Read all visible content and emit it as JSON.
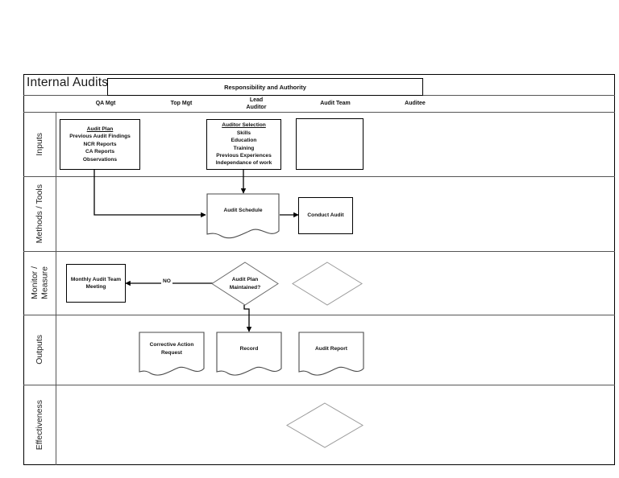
{
  "diagram": {
    "title": "Internal Audits",
    "responsibility_header": "Responsibility and Authority",
    "columns": [
      {
        "label": "QA Mgt"
      },
      {
        "label": "Top Mgt"
      },
      {
        "label": "Lead\nAuditor"
      },
      {
        "label": "Audit Team"
      },
      {
        "label": "Auditee"
      }
    ],
    "rows": [
      {
        "label": "Inputs"
      },
      {
        "label": "Methods / Tools"
      },
      {
        "label": "Monitor /\nMeasure"
      },
      {
        "label": "Outputs"
      },
      {
        "label": "Effectiveness"
      }
    ],
    "nodes": {
      "audit_plan": {
        "heading": "Audit Plan",
        "body": "Previous Audit Findings\nNCR Reports\nCA Reports\nObservations",
        "shape": "rectangle"
      },
      "auditor_selection": {
        "heading": "Auditor Selection",
        "body": "Skills\nEducation\nTraining\nPrevious Experiences\nIndependance of work",
        "shape": "rectangle"
      },
      "empty_inputs_box": {
        "label": "",
        "shape": "rectangle"
      },
      "audit_schedule": {
        "label": "Audit Schedule",
        "shape": "document"
      },
      "conduct_audit": {
        "label": "Conduct Audit",
        "shape": "rectangle"
      },
      "monthly_meeting": {
        "label": "Monthly Audit Team\nMeeting",
        "shape": "rectangle"
      },
      "audit_plan_maintained": {
        "label": "Audit Plan\nMaintained?",
        "shape": "diamond"
      },
      "empty_decision_monitor": {
        "label": "",
        "shape": "diamond"
      },
      "corrective_action_request": {
        "label": "Corrective Action\nRequest",
        "shape": "document"
      },
      "record": {
        "label": "Record",
        "shape": "document"
      },
      "audit_report": {
        "label": "Audit Report",
        "shape": "document"
      },
      "empty_decision_effectiveness": {
        "label": "",
        "shape": "diamond"
      }
    },
    "edges": [
      {
        "label": "NO",
        "from": "audit_plan_maintained",
        "to": "monthly_meeting"
      }
    ],
    "colors": {
      "line": "#000000",
      "divider": "#555555",
      "text": "#111111",
      "background": "#ffffff"
    }
  }
}
